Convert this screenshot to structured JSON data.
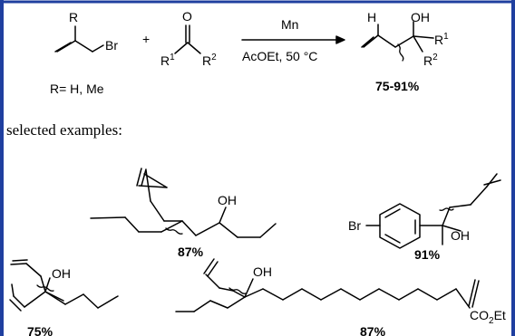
{
  "scheme": {
    "reactant1": {
      "r_label": "R",
      "br_label": "Br"
    },
    "plus": "+",
    "reactant2": {
      "o_label": "O",
      "r1_label": "R",
      "r1_sup": "1",
      "r2_label": "R",
      "r2_sup": "2"
    },
    "conditions": {
      "reagent": "Mn",
      "solvent_temp": "AcOEt, 50 °C"
    },
    "product": {
      "h_label": "H",
      "oh_label": "OH",
      "r1_label": "R",
      "r1_sup": "1",
      "r2_label": "R",
      "r2_sup": "2",
      "yield": "75-91%"
    },
    "r_definition": "R= H, Me"
  },
  "section_label": "selected examples:",
  "examples": [
    {
      "oh_label": "OH",
      "yield": "87%"
    },
    {
      "br_label": "Br",
      "oh_label": "OH",
      "yield": "91%"
    },
    {
      "oh_label": "OH",
      "yield": "75%"
    },
    {
      "oh_label": "OH",
      "ester_label": "CO",
      "ester_sub": "2",
      "ester_tail": "Et",
      "yield": "87%"
    }
  ],
  "colors": {
    "frame": "#1f3f9f"
  }
}
